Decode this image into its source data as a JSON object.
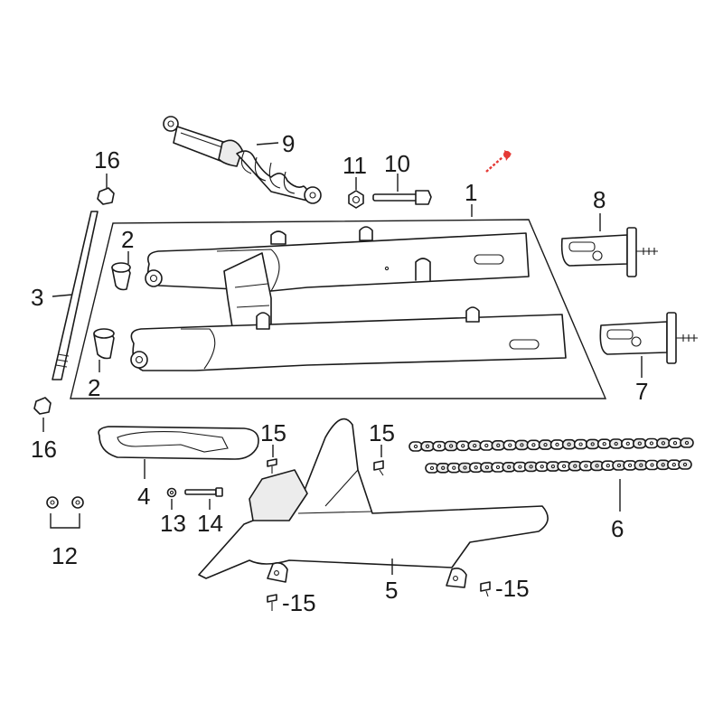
{
  "callouts": [
    {
      "id": "c1",
      "text": "1"
    },
    {
      "id": "c2a",
      "text": "2"
    },
    {
      "id": "c2b",
      "text": "2"
    },
    {
      "id": "c3",
      "text": "3"
    },
    {
      "id": "c4",
      "text": "4"
    },
    {
      "id": "c5",
      "text": "5"
    },
    {
      "id": "c6",
      "text": "6"
    },
    {
      "id": "c7",
      "text": "7"
    },
    {
      "id": "c8",
      "text": "8"
    },
    {
      "id": "c9",
      "text": "9"
    },
    {
      "id": "c10",
      "text": "10"
    },
    {
      "id": "c11",
      "text": "11"
    },
    {
      "id": "c12",
      "text": "12"
    },
    {
      "id": "c13",
      "text": "13"
    },
    {
      "id": "c14",
      "text": "14"
    },
    {
      "id": "c15a",
      "text": "15"
    },
    {
      "id": "c15b",
      "text": "15"
    },
    {
      "id": "c15c",
      "text": "-15"
    },
    {
      "id": "c15d",
      "text": "-15"
    },
    {
      "id": "c16a",
      "text": "16"
    },
    {
      "id": "c16b",
      "text": "16"
    }
  ],
  "colors": {
    "line": "#1a1a1a",
    "marker": "#e53935",
    "fill": "#ffffff",
    "shade": "#ececec"
  }
}
